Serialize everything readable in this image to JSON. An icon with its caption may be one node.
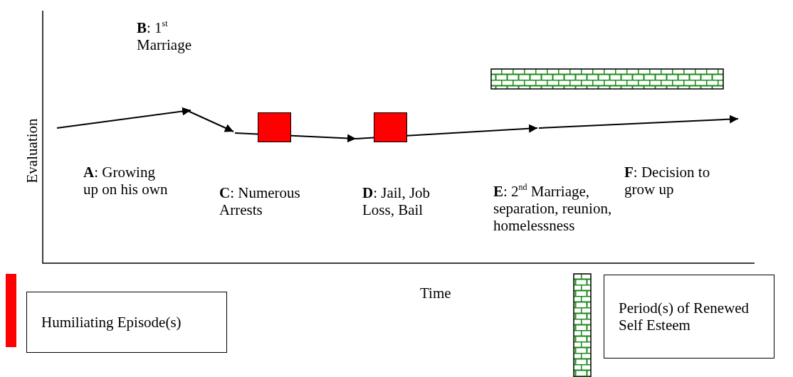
{
  "diagram": {
    "nodes": [
      {
        "text": [],
        "shape": "box"
      },
      {
        "text": [],
        "shape": "box"
      },
      {
        "text": [],
        "shape": "bar"
      }
    ],
    "labels": [
      "Evaluation",
      "**A**: Growing up on his own",
      "**B**: 1$^{st}$ Marriage",
      "**C**: Numerous Arrests",
      "**D**: Jail, Job Loss, Bail",
      "**E**: 2$^{nd}$ Marriage, separation, reunion, homelessness",
      "**F**: Decision to grow up",
      "Time"
    ],
    "legend": [
      {
        "text": "Humiliating Episode(s)",
        "color": "#ff0000"
      },
      {
        "text": "Period(s) of Renewed Self Esteem"
      }
    ]
  }
}
